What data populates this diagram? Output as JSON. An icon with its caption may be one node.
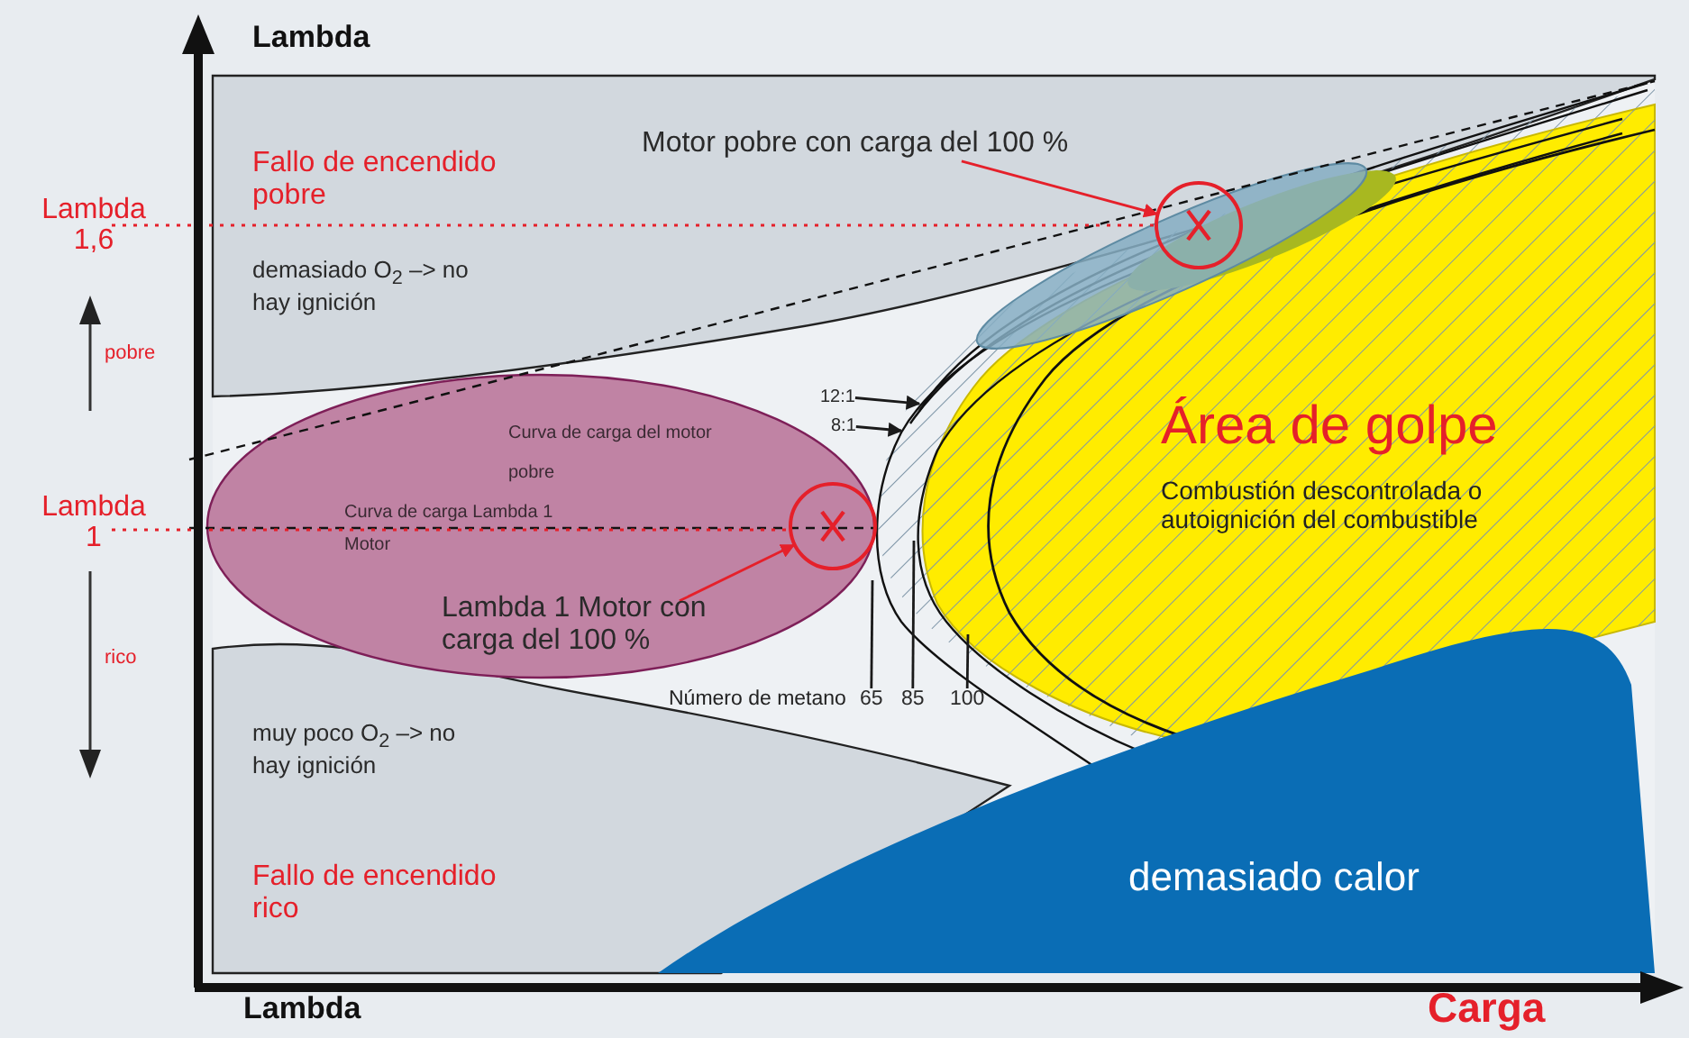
{
  "diagram": {
    "nodes": [
      {
        "text": [
          "Motor pobre con carga del 100 %"
        ]
      },
      {
        "text": [],
        "shape": "circle"
      },
      {
        "text": [
          "Lambda 1 Motor con carga del 100 %"
        ]
      },
      {
        "text": [],
        "shape": "circle"
      },
      {
        "text": [
          "12:1"
        ]
      },
      {
        "text": [
          "8:1"
        ]
      },
      {
        "text": [
          "65"
        ]
      },
      {
        "text": [
          "85"
        ]
      },
      {
        "text": [
          "100"
        ]
      }
    ],
    "edges": [
      {
        "from": 0,
        "to": 1,
        "arrow": "to",
        "color": "#e5202a"
      },
      {
        "from": 2,
        "to": 3,
        "arrow": "to",
        "color": "#e5202a"
      },
      {
        "from": 4,
        "to": null,
        "arrow": "to"
      },
      {
        "from": 5,
        "to": null,
        "arrow": "to"
      },
      {
        "from": 6,
        "to": null,
        "arrow": "none"
      },
      {
        "from": 7,
        "to": null,
        "arrow": "none"
      },
      {
        "from": 8,
        "to": null,
        "arrow": "none"
      }
    ],
    "labels": [
      "Lambda",
      "Fallo de encendido pobre",
      "Lambda 1,6",
      "demasiado O$_{2}$ –> no hay ignición",
      "pobre",
      "Curva de carga del motor pobre",
      "Área de golpe",
      "Combustión descontrolada o autoignición del combustible",
      "Lambda 1",
      "Curva de carga Lambda 1 Motor",
      "rico",
      "Número de metano",
      "muy poco O$_{2}$ –> no hay ignición",
      "Fallo de encendido rico",
      "demasiado calor",
      "Lambda",
      "Carga"
    ]
  }
}
